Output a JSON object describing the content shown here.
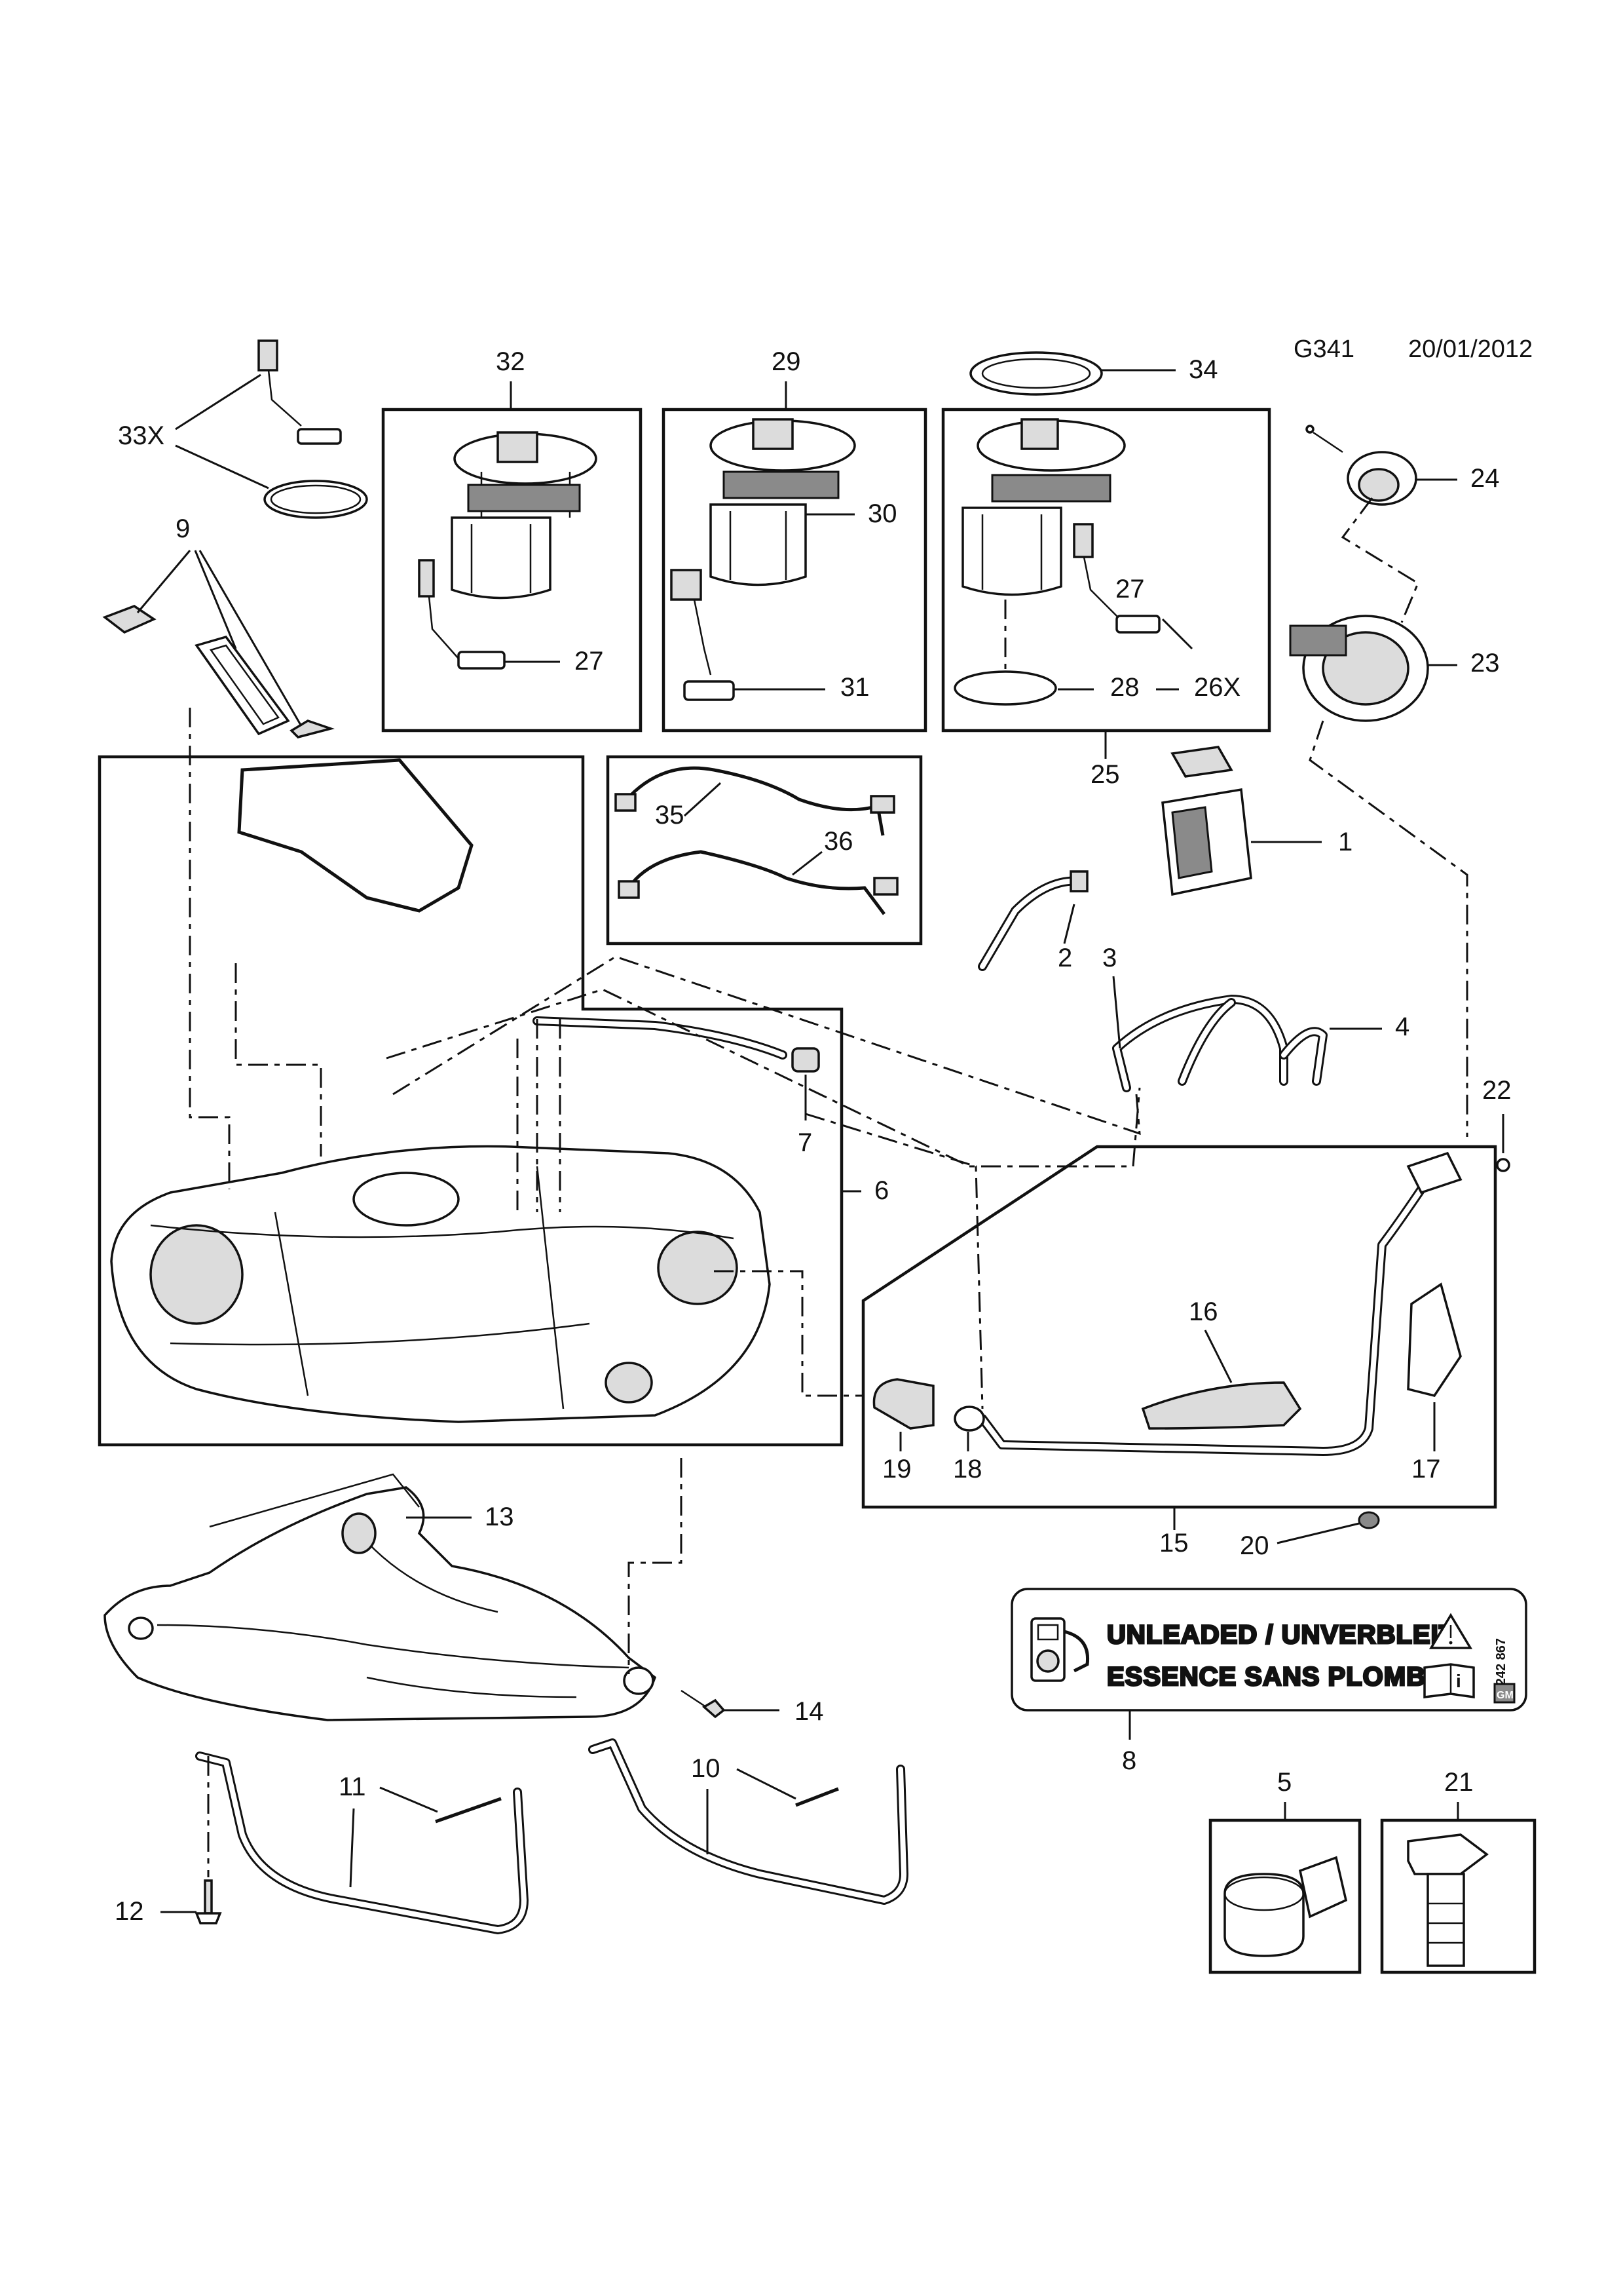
{
  "header": {
    "diagram_code": "G341",
    "date": "20/01/2012"
  },
  "callouts": {
    "c1": "1",
    "c2": "2",
    "c3": "3",
    "c4": "4",
    "c5": "5",
    "c6": "6",
    "c7": "7",
    "c8": "8",
    "c9": "9",
    "c10": "10",
    "c11": "11",
    "c12": "12",
    "c13": "13",
    "c14": "14",
    "c15": "15",
    "c16": "16",
    "c17": "17",
    "c18": "18",
    "c19": "19",
    "c20": "20",
    "c21": "21",
    "c22": "22",
    "c23": "23",
    "c24": "24",
    "c25": "25",
    "c26x": "26X",
    "c27a": "27",
    "c27b": "27",
    "c28": "28",
    "c29": "29",
    "c30": "30",
    "c31": "31",
    "c32": "32",
    "c33x": "33X",
    "c34": "34",
    "c35": "35",
    "c36": "36"
  },
  "fuel_label": {
    "line1": "UNLEADED / UNVERBLEIT",
    "line2": "ESSENCE SANS PLOMB",
    "part_code": "13 242 867"
  },
  "icons": [
    "fuel-pump-icon",
    "warning-triangle-icon",
    "info-book-icon",
    "gm-logo-icon"
  ]
}
